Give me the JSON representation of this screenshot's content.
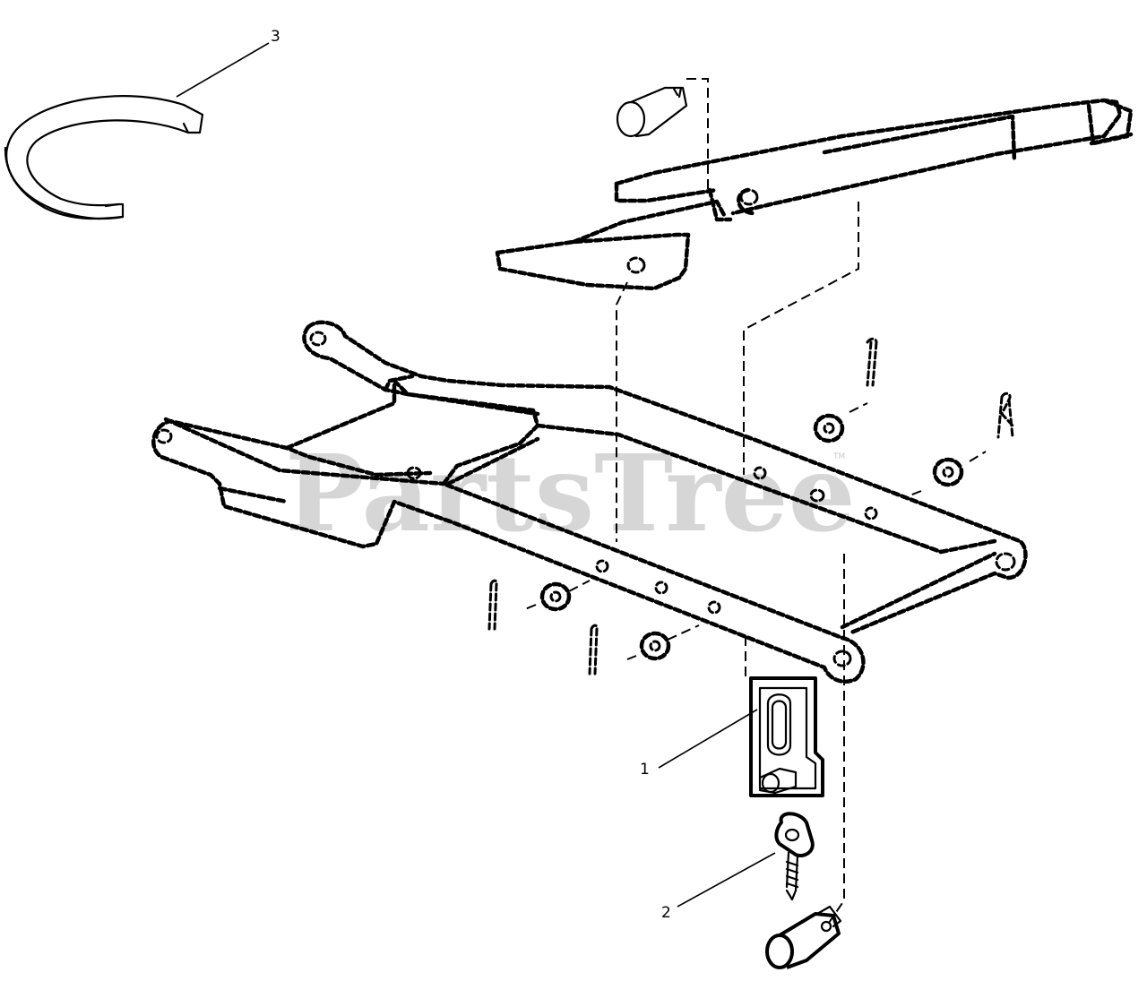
{
  "watermark": {
    "text": "PartsTree",
    "trademark": "TM"
  },
  "callouts": {
    "part1": "1",
    "part2": "2",
    "part3": "3"
  }
}
